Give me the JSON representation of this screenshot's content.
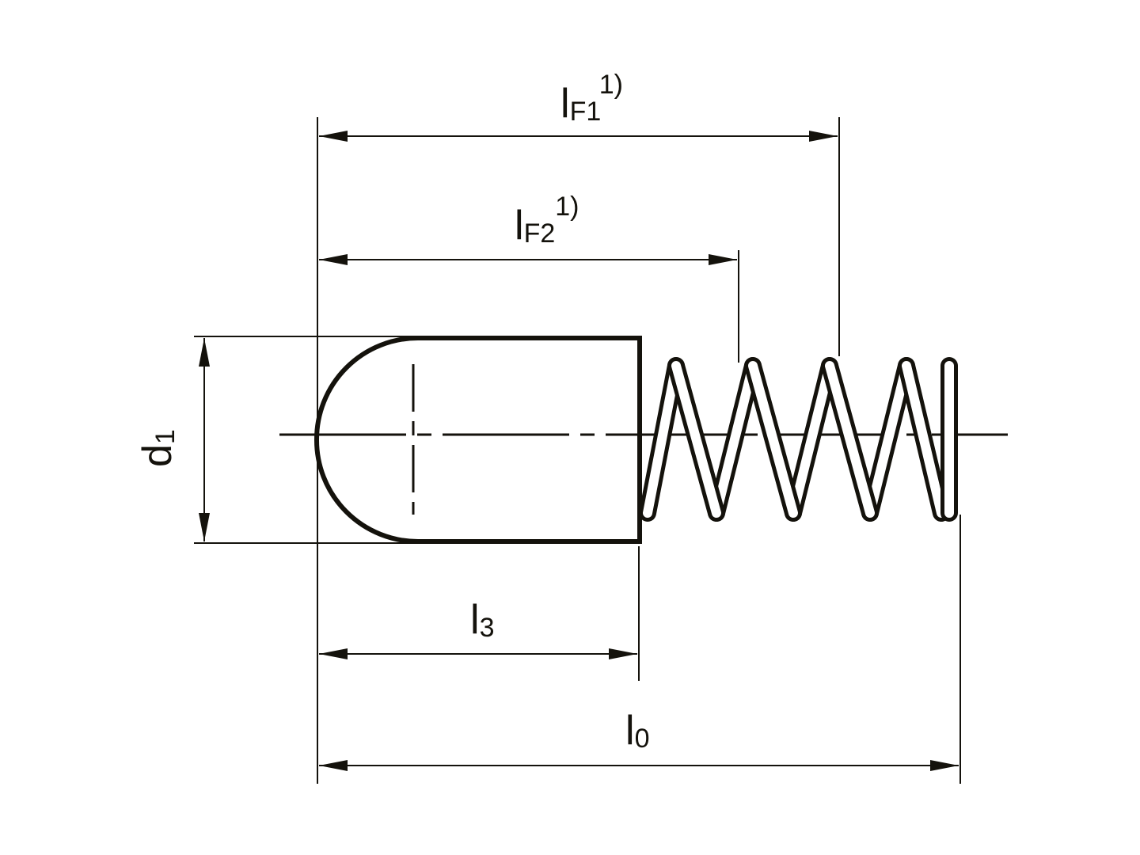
{
  "dimensions": {
    "lF1": {
      "symbol": "l",
      "sub": "F1",
      "note": "1)"
    },
    "lF2": {
      "symbol": "l",
      "sub": "F2",
      "note": "1)"
    },
    "l3": {
      "symbol": "l",
      "sub": "3"
    },
    "l0": {
      "symbol": "l",
      "sub": "0"
    },
    "d1": {
      "symbol": "d",
      "sub": "1"
    }
  },
  "colors": {
    "ink": "#14120c",
    "background": "#ffffff"
  }
}
